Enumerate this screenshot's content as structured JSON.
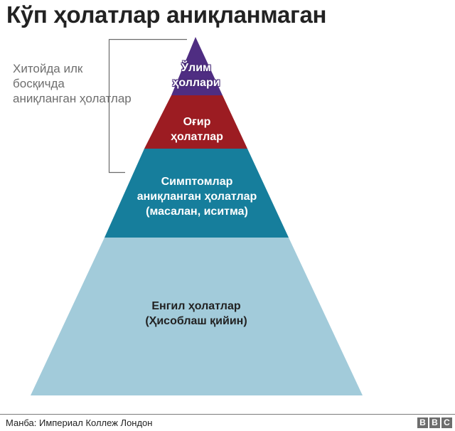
{
  "title": "Кўп ҳолатлар аниқланмаган",
  "side_note": {
    "lines": [
      "Хитойда илк",
      "босқичда",
      "аниқланган ҳолатлар"
    ]
  },
  "pyramid": {
    "layers": [
      {
        "name": "deaths",
        "lines": [
          "Ўлим",
          "ҳоллари"
        ],
        "color": "#4f2d82"
      },
      {
        "name": "severe",
        "lines": [
          "Оғир",
          "ҳолатлар"
        ],
        "color": "#9c1c22"
      },
      {
        "name": "symptomatic",
        "lines": [
          "Симптомлар",
          "аниқланган ҳолатлар",
          "(масалан, иситма)"
        ],
        "color": "#167e9c"
      },
      {
        "name": "mild",
        "lines": [
          "Енгил ҳолатлар",
          "(Ҳисоблаш қийин)"
        ],
        "color": "#a2cbda"
      }
    ]
  },
  "footer": {
    "source": "Манба: Империал Коллеж Лондон",
    "logo_letters": [
      "B",
      "B",
      "C"
    ]
  }
}
